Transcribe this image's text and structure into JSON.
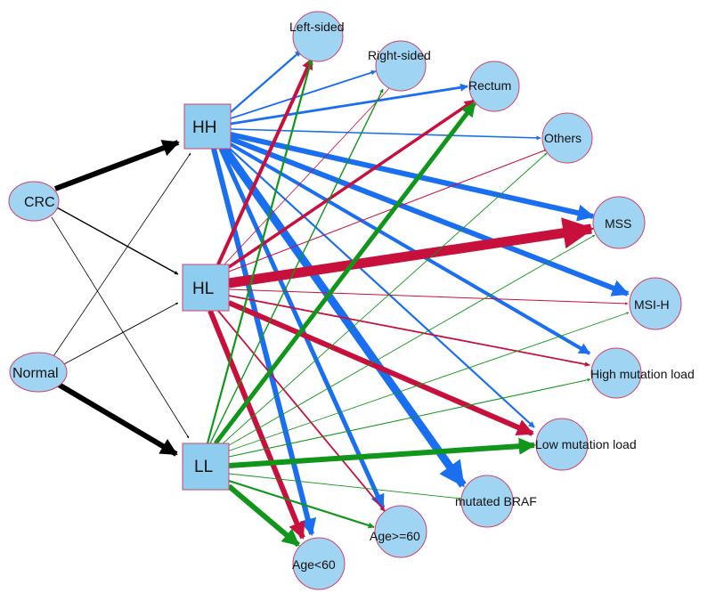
{
  "colors": {
    "black": "#000000",
    "blue": "#1a6ef0",
    "red": "#c8103c",
    "green": "#10961a",
    "node_fill": "#9fd4f2",
    "node_border": "#d2416b",
    "square_fill": "#8ecdf0"
  },
  "nodes": {
    "crc": "CRC",
    "normal": "Normal",
    "hh": "HH",
    "hl": "HL",
    "ll": "LL",
    "left_sided": "Left-sided",
    "right_sided": "Right-sided",
    "rectum": "Rectum",
    "others": "Others",
    "mss": "MSS",
    "msi_h": "MSI-H",
    "high_mut": "High mutation load",
    "low_mut": "Low mutation load",
    "braf": "mutated BRAF",
    "age_ge60": "Age>=60",
    "age_lt60": "Age<60"
  }
}
